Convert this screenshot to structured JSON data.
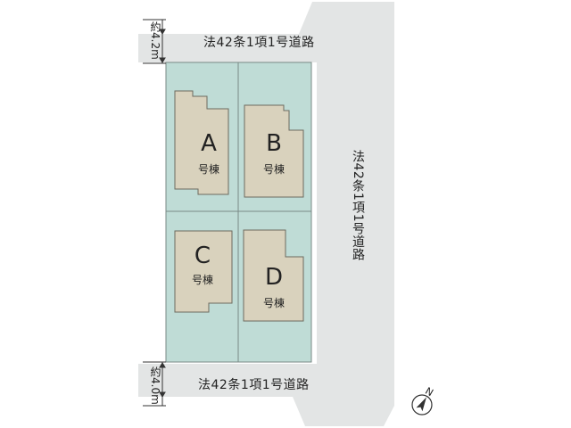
{
  "roads": {
    "top": "法42条1項1号道路",
    "bottom": "法42条1項1号道路",
    "right": "法42条1項1号道路"
  },
  "dimensions": {
    "top_width": "約4.2m",
    "bottom_width": "約4.0m"
  },
  "buildings": [
    {
      "letter": "A",
      "label": "号棟"
    },
    {
      "letter": "B",
      "label": "号棟"
    },
    {
      "letter": "C",
      "label": "号棟"
    },
    {
      "letter": "D",
      "label": "号棟"
    }
  ],
  "compass": {
    "north_label": "N"
  },
  "colors": {
    "road": "#e3e5e5",
    "lot": "#bfdcd6",
    "building": "#d9d2bd"
  }
}
